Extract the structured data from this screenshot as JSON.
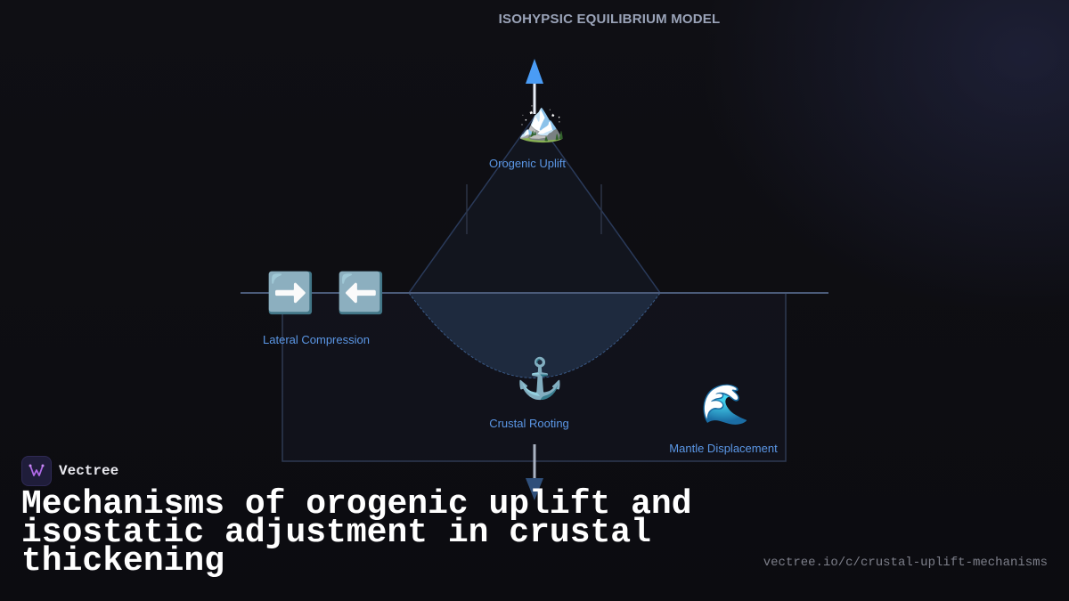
{
  "diagram": {
    "title": "ISOHYPSIC EQUILIBRIUM MODEL",
    "nodes": {
      "uplift": {
        "label": "Orogenic Uplift",
        "icon": "🏔️",
        "icon_name": "mountain-icon"
      },
      "compression": {
        "label": "Lateral Compression",
        "icon_right": "➡️",
        "icon_left": "⬅️",
        "icon_name": "arrow-icons"
      },
      "rooting": {
        "label": "Crustal Rooting",
        "icon": "⚓",
        "icon_name": "anchor-icon"
      },
      "mantle": {
        "label": "Mantle Displacement",
        "icon": "🌊",
        "icon_name": "wave-icon"
      }
    },
    "colors": {
      "line": "#4a5a78",
      "up_arrow": "#4a9cf5",
      "down_arrow": "#2f4f7a",
      "label": "#5b97e6",
      "root_fill": "#1e2a3e"
    }
  },
  "brand": {
    "name": "Vectree",
    "logo_icon": "vectree-logo-icon"
  },
  "page": {
    "title": "Mechanisms of orogenic uplift and isostatic adjustment in crustal thickening",
    "url": "vectree.io/c/crustal-uplift-mechanisms"
  }
}
